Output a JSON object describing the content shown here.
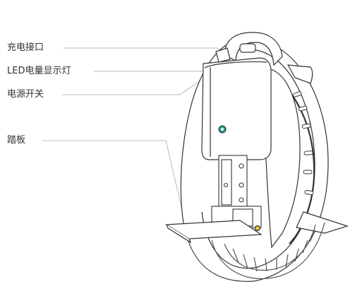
{
  "labels": {
    "charge_port": "充电接口",
    "led_indicator": "LED电量显示灯",
    "power_switch": "电源开关",
    "footplate": "踏板"
  },
  "colors": {
    "outline": "#333333",
    "leader": "#b9b9b9",
    "tread": "#555555",
    "led": "#1f9e8e",
    "bolt": "#e6c244",
    "background": "#ffffff"
  }
}
